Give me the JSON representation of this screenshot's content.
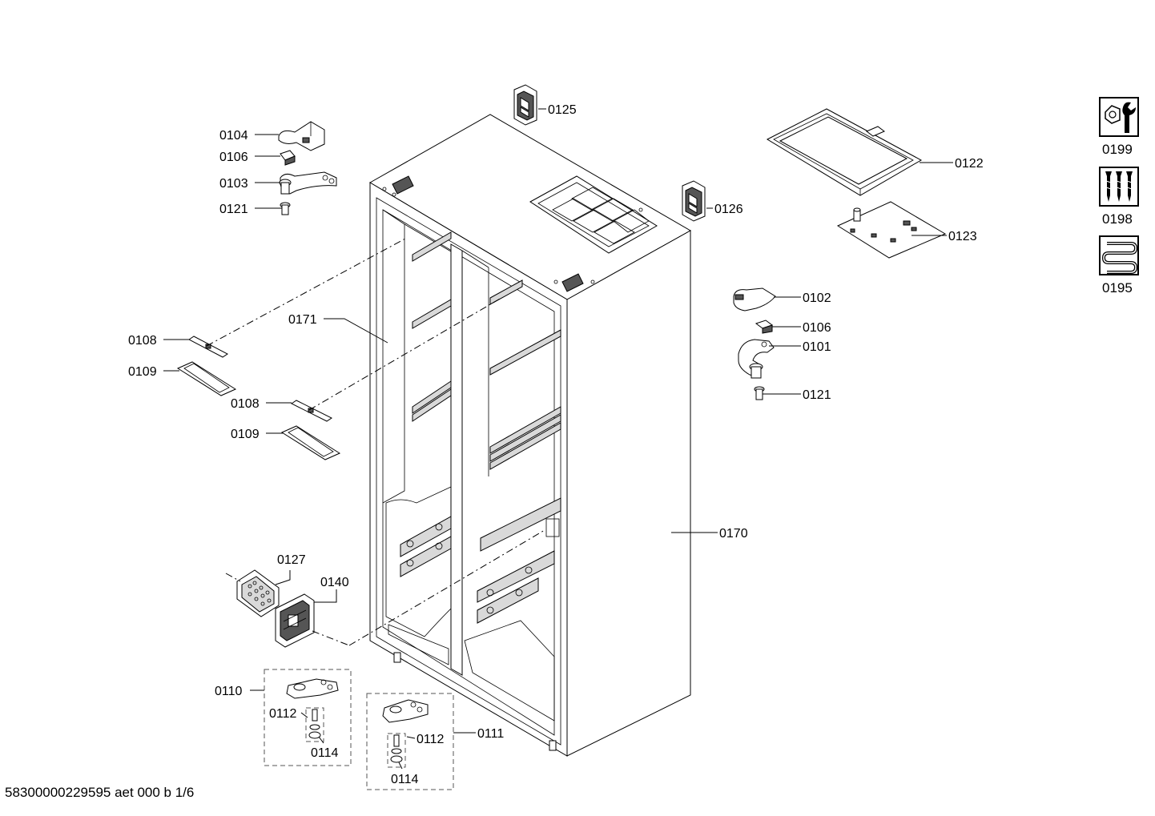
{
  "labels": {
    "l0125": "0125",
    "l0104": "0104",
    "l0106a": "0106",
    "l0103": "0103",
    "l0121a": "0121",
    "l0126": "0126",
    "l0122": "0122",
    "l0123": "0123",
    "l0102": "0102",
    "l0106b": "0106",
    "l0101": "0101",
    "l0121b": "0121",
    "l0171": "0171",
    "l0108a": "0108",
    "l0109a": "0109",
    "l0108b": "0108",
    "l0109b": "0109",
    "l0170": "0170",
    "l0127": "0127",
    "l0140": "0140",
    "l0110": "0110",
    "l0112a": "0112",
    "l0114a": "0114",
    "l0111": "0111",
    "l0112b": "0112",
    "l0114b": "0114",
    "l0199": "0199",
    "l0198": "0198",
    "l0195": "0195"
  },
  "footer": "58300000229595 aet 000 b 1/6",
  "legend_icons": [
    "wrench-nut-icon",
    "screws-icon",
    "grease-tube-icon"
  ]
}
